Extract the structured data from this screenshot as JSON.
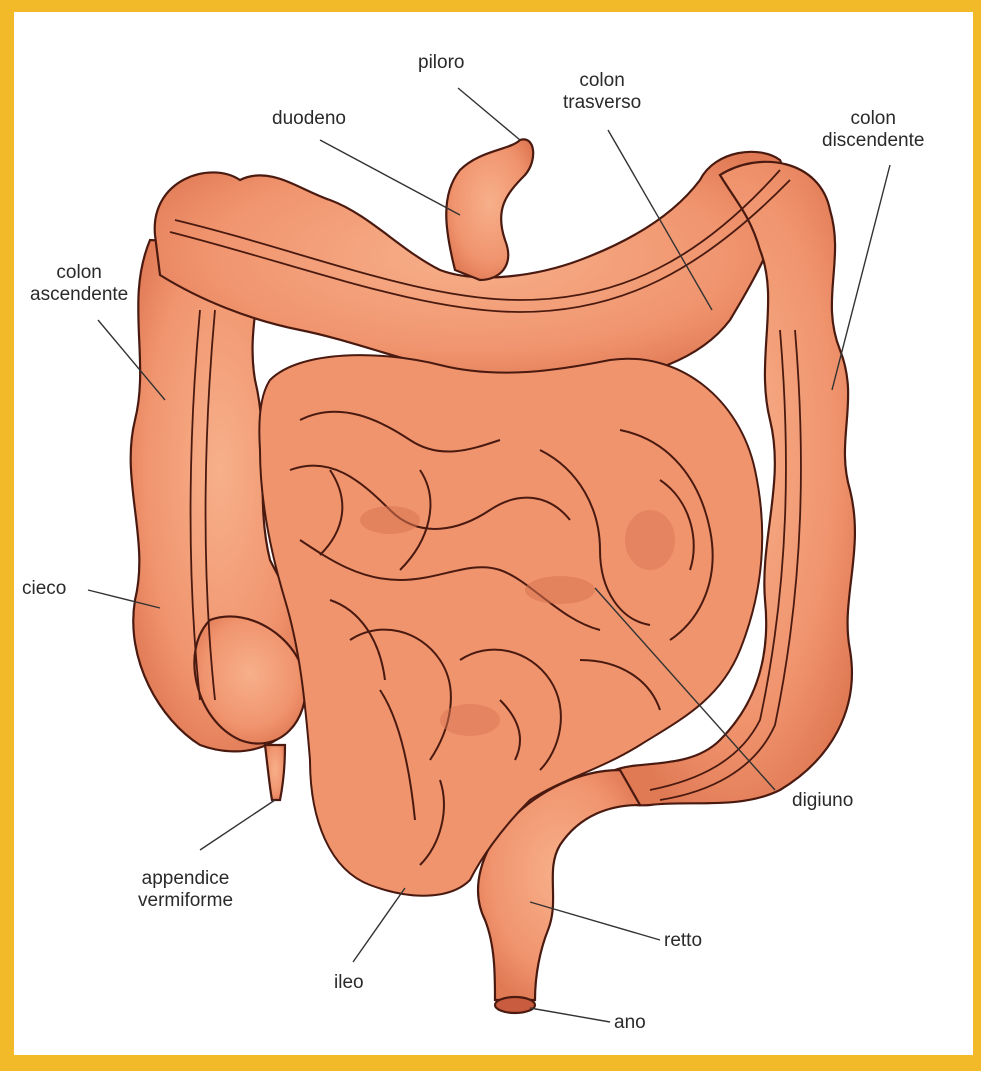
{
  "colors": {
    "border": "#f2b928",
    "organ_fill": "#f0946e",
    "organ_light": "#f7b08a",
    "organ_shadow": "#d46a48",
    "outline": "#4a1a10",
    "leader": "#333333"
  },
  "labels": {
    "piloro": "piloro",
    "duodeno": "duodeno",
    "colon_trasverso": [
      "colon",
      "trasverso"
    ],
    "colon_discendente": [
      "colon",
      "discendente"
    ],
    "colon_ascendente": [
      "colon",
      "ascendente"
    ],
    "cieco": "cieco",
    "appendice": [
      "appendice",
      "vermiforme"
    ],
    "digiuno": "digiuno",
    "retto": "retto",
    "ileo": "ileo",
    "ano": "ano"
  }
}
